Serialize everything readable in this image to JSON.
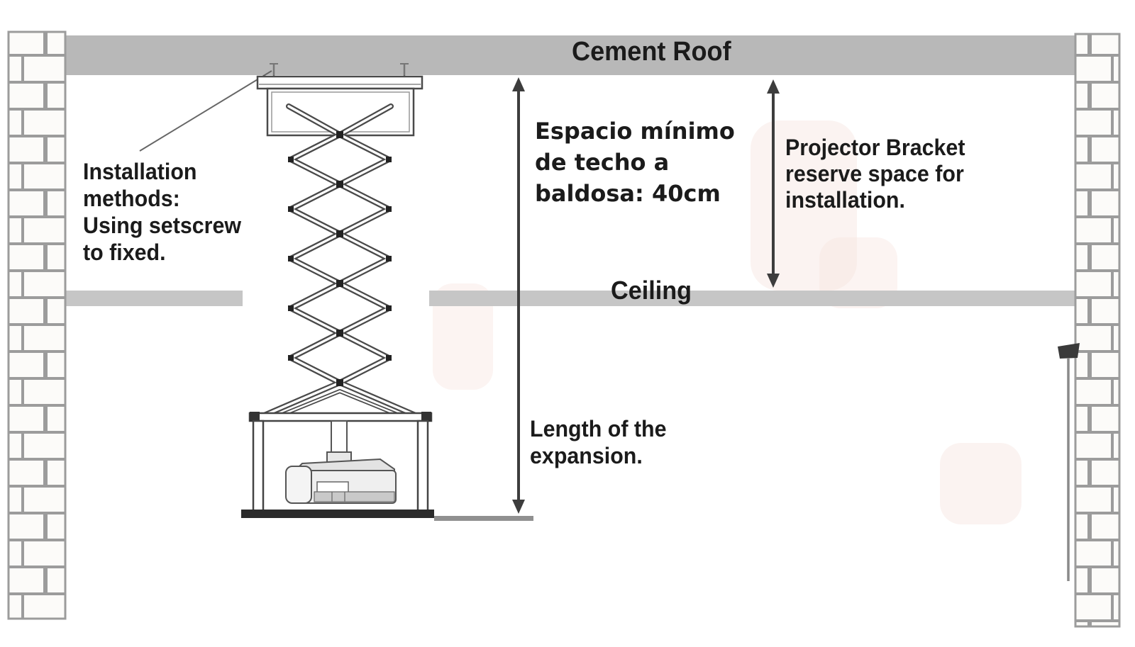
{
  "diagram": {
    "title_labels": {
      "cement_roof": "Cement Roof",
      "ceiling": "Ceiling"
    },
    "labels": {
      "installation_note": [
        "Installation",
        "methods:",
        "Using setscrew",
        "to fixed."
      ],
      "min_space_note": [
        "Espacio mínimo",
        "de techo a",
        "baldosa: 40cm"
      ],
      "bracket_note": [
        "Projector Bracket",
        "reserve space for",
        "installation."
      ],
      "expansion_note": [
        "Length of the",
        "expansion."
      ]
    },
    "measurement": {
      "min_ceiling_to_tile_space_cm": "40cm"
    },
    "icons": {
      "long_double_arrow": "expansion-length-double-arrow",
      "short_double_arrow": "reserve-space-double-arrow",
      "pointer_line": "setscrew-pointer-line",
      "wall_anchor": "wall-anchor-wedge"
    },
    "colors": {
      "roof_band": "#b8b8b8",
      "ceiling_band": "#c6c6c6",
      "text": "#1b1b1b",
      "line_dark": "#3d3d3d",
      "scissor_line": "#4a4a4a",
      "brick_mortar": "#9c9c9c",
      "brick_fill": "#fcfbf9",
      "base_plate": "#2b2b2b",
      "blush_patch": "#f7e4df"
    }
  }
}
